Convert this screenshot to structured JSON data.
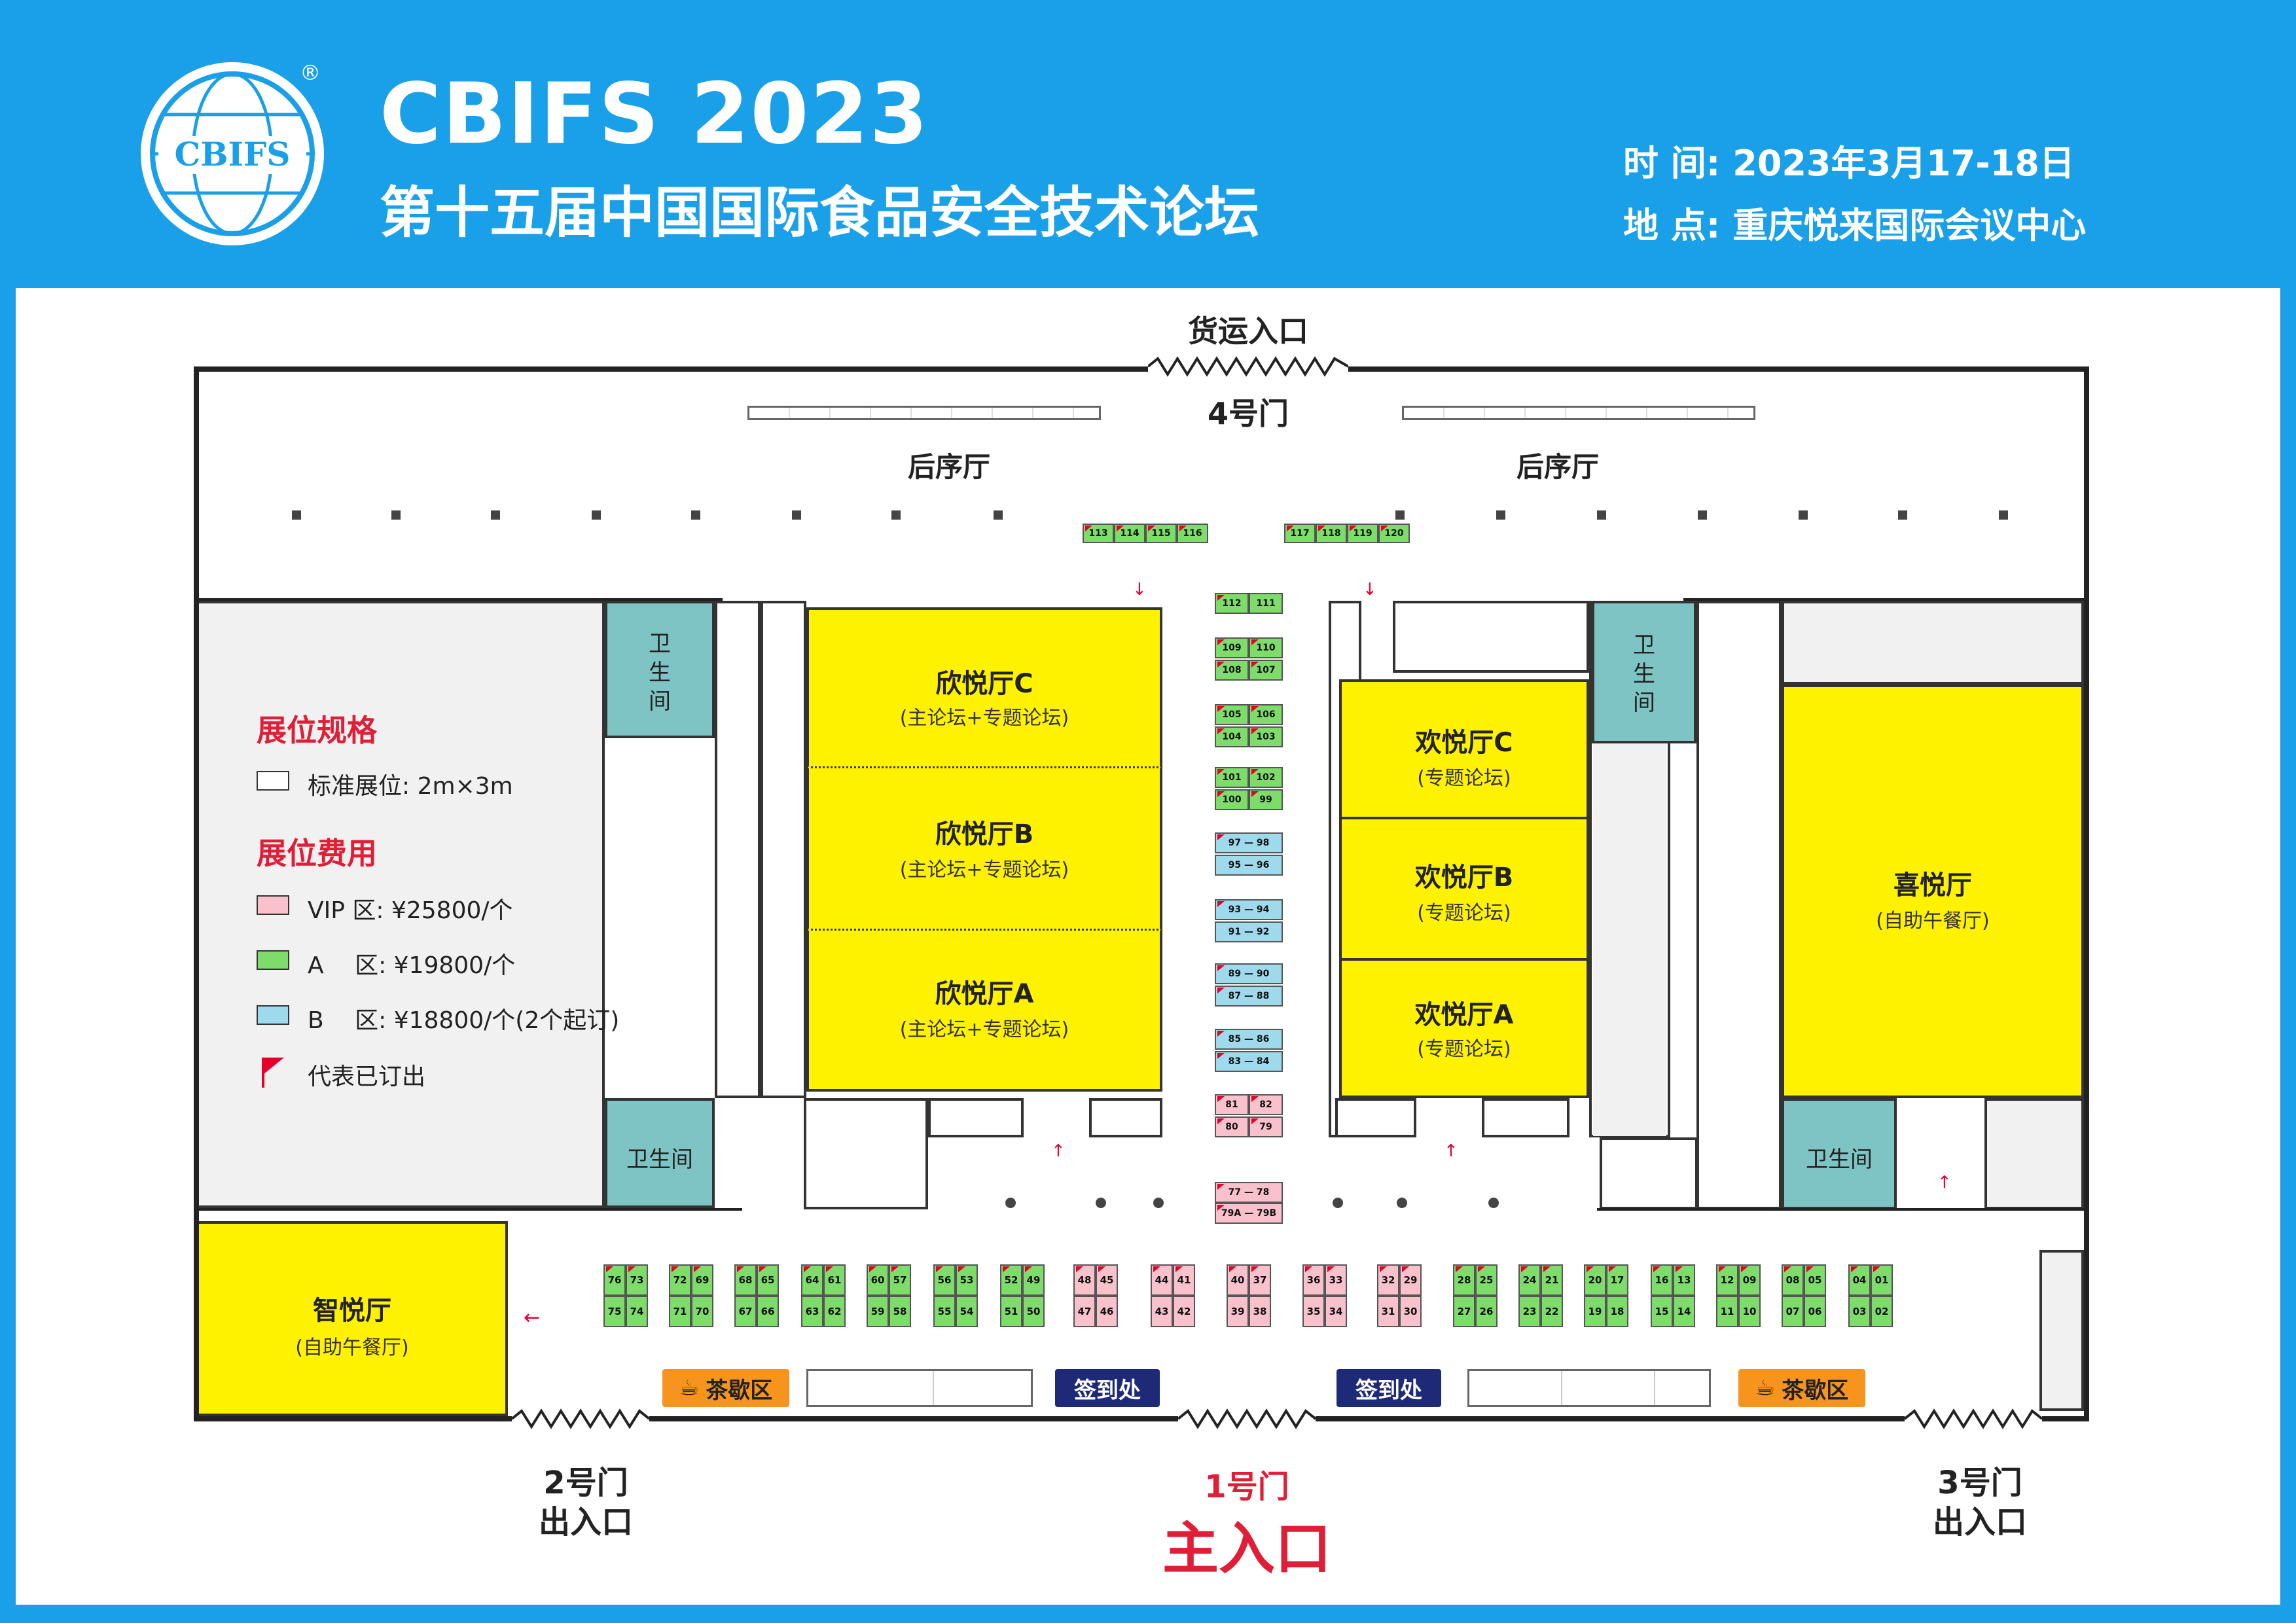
{
  "header": {
    "logo_text": "CBIFS",
    "title_en": "CBIFS 2023",
    "title_cn": "第十五届中国国际食品安全技术论坛",
    "time": "时 间: 2023年3月17-18日",
    "place": "地 点: 重庆悦来国际会议中心"
  },
  "colors": {
    "header_bg": "#1AA0E8",
    "hall": "#FFF200",
    "restroom": "#7FC4C4",
    "vip": "#F8C1CC",
    "zone_a": "#7EDC6B",
    "zone_b": "#9ED9EC",
    "sold_flag": "#E4002B"
  },
  "entrances": {
    "cargo": "货运入口",
    "gate4": "4号门",
    "gate1": "1号门",
    "main": "主入口",
    "gate2": "2号门",
    "gate2_sub": "出入口",
    "gate3": "3号门",
    "gate3_sub": "出入口"
  },
  "rooms": {
    "back_hall_left": "后序厅",
    "back_hall_right": "后序厅",
    "restroom": "卫生间",
    "restroom_vertical": "卫\n生\n间",
    "xin_c": {
      "name": "欣悦厅C",
      "sub": "(主论坛+专题论坛)"
    },
    "xin_b": {
      "name": "欣悦厅B",
      "sub": "(主论坛+专题论坛)"
    },
    "xin_a": {
      "name": "欣悦厅A",
      "sub": "(主论坛+专题论坛)"
    },
    "huan_c": {
      "name": "欢悦厅C",
      "sub": "(专题论坛)"
    },
    "huan_b": {
      "name": "欢悦厅B",
      "sub": "(专题论坛)"
    },
    "huan_a": {
      "name": "欢悦厅A",
      "sub": "(专题论坛)"
    },
    "xi": {
      "name": "喜悦厅",
      "sub": "(自助午餐厅)"
    },
    "zhi": {
      "name": "智悦厅",
      "sub": "(自助午餐厅)"
    }
  },
  "facilities": {
    "tea": "茶歇区",
    "checkin": "签到处"
  },
  "legend": {
    "spec_title": "展位规格",
    "standard": "标准展位: 2m×3m",
    "fee_title": "展位费用",
    "vip": "VIP 区: ¥25800/个",
    "a": "A　 区: ¥19800/个",
    "b": "B　 区: ¥18800/个(2个起订)",
    "sold": "代表已订出"
  },
  "booths": {
    "top_left": [
      {
        "t": "113",
        "c": "green",
        "s": true
      },
      {
        "t": "114",
        "c": "green",
        "s": true
      },
      {
        "t": "115",
        "c": "green",
        "s": true
      },
      {
        "t": "116",
        "c": "green",
        "s": true
      }
    ],
    "top_right": [
      {
        "t": "117",
        "c": "green",
        "s": true
      },
      {
        "t": "118",
        "c": "green",
        "s": true
      },
      {
        "t": "119",
        "c": "green",
        "s": true
      },
      {
        "t": "120",
        "c": "green",
        "s": true
      }
    ],
    "corridor": [
      [
        {
          "t": "112",
          "c": "green",
          "s": true
        },
        {
          "t": "111",
          "c": "green",
          "s": false
        }
      ],
      [
        {
          "t": "109",
          "c": "green",
          "s": true
        },
        {
          "t": "110",
          "c": "green",
          "s": true
        }
      ],
      [
        {
          "t": "108",
          "c": "green",
          "s": true
        },
        {
          "t": "107",
          "c": "green",
          "s": true
        }
      ],
      [
        {
          "t": "105",
          "c": "green",
          "s": true
        },
        {
          "t": "106",
          "c": "green",
          "s": true
        }
      ],
      [
        {
          "t": "104",
          "c": "green",
          "s": true
        },
        {
          "t": "103",
          "c": "green",
          "s": true
        }
      ],
      [
        {
          "t": "101",
          "c": "green",
          "s": true
        },
        {
          "t": "102",
          "c": "green",
          "s": true
        }
      ],
      [
        {
          "t": "100",
          "c": "green",
          "s": true
        },
        {
          "t": "99",
          "c": "green",
          "s": true
        }
      ],
      [
        {
          "t": "97 — 98",
          "c": "blue",
          "s": true
        }
      ],
      [
        {
          "t": "95 — 96",
          "c": "blue",
          "s": false
        }
      ],
      [
        {
          "t": "93 — 94",
          "c": "blue",
          "s": true
        }
      ],
      [
        {
          "t": "91 — 92",
          "c": "blue",
          "s": false
        }
      ],
      [
        {
          "t": "89 — 90",
          "c": "blue",
          "s": true
        }
      ],
      [
        {
          "t": "87 — 88",
          "c": "blue",
          "s": true
        }
      ],
      [
        {
          "t": "85 — 86",
          "c": "blue",
          "s": true
        }
      ],
      [
        {
          "t": "83 — 84",
          "c": "blue",
          "s": true
        }
      ],
      [
        {
          "t": "81",
          "c": "pink",
          "s": true
        },
        {
          "t": "82",
          "c": "pink",
          "s": true
        }
      ],
      [
        {
          "t": "80",
          "c": "pink",
          "s": true
        },
        {
          "t": "79",
          "c": "pink",
          "s": true
        }
      ],
      [
        {
          "t": "77 — 78",
          "c": "pink",
          "s": true
        }
      ],
      [
        {
          "t": "79A — 79B",
          "c": "pink",
          "s": true
        }
      ]
    ],
    "bottom_top": [
      [
        "76",
        "73"
      ],
      [
        "72",
        "69"
      ],
      [
        "68",
        "65"
      ],
      [
        "64",
        "61"
      ],
      [
        "60",
        "57"
      ],
      [
        "56",
        "53"
      ],
      [
        "52",
        "49"
      ],
      [
        "48",
        "45"
      ],
      [
        "44",
        "41"
      ],
      [
        "40",
        "37"
      ],
      [
        "36",
        "33"
      ],
      [
        "32",
        "29"
      ],
      [
        "28",
        "25"
      ],
      [
        "24",
        "21"
      ],
      [
        "20",
        "17"
      ],
      [
        "16",
        "13"
      ],
      [
        "12",
        "09"
      ],
      [
        "08",
        "05"
      ],
      [
        "04",
        "01"
      ]
    ],
    "bottom_bottom": [
      [
        "75",
        "74"
      ],
      [
        "71",
        "70"
      ],
      [
        "67",
        "66"
      ],
      [
        "63",
        "62"
      ],
      [
        "59",
        "58"
      ],
      [
        "55",
        "54"
      ],
      [
        "51",
        "50"
      ],
      [
        "47",
        "46"
      ],
      [
        "43",
        "42"
      ],
      [
        "39",
        "38"
      ],
      [
        "35",
        "34"
      ],
      [
        "31",
        "30"
      ],
      [
        "27",
        "26"
      ],
      [
        "23",
        "22"
      ],
      [
        "19",
        "18"
      ],
      [
        "15",
        "14"
      ],
      [
        "11",
        "10"
      ],
      [
        "07",
        "06"
      ],
      [
        "03",
        "02"
      ]
    ],
    "bottom_colors": [
      "green",
      "green",
      "green",
      "green",
      "green",
      "green",
      "green",
      "pink",
      "pink",
      "pink",
      "pink",
      "pink",
      "green",
      "green",
      "green",
      "green",
      "green",
      "green",
      "green"
    ]
  }
}
